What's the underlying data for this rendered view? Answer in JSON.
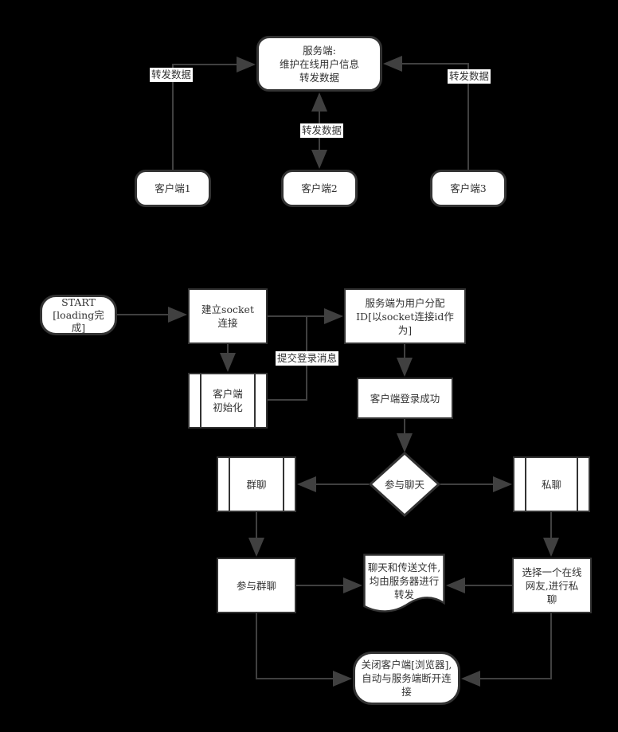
{
  "canvas": {
    "background": "#000000",
    "node_fill": "#ffffff",
    "node_border": "#333333",
    "line_color": "#404040",
    "text_color": "#333333"
  },
  "top_section": {
    "server": "服务端:\n维护在线用户信息\n转发数据",
    "client1": "客户端1",
    "client2": "客户端2",
    "client3": "客户端3",
    "forward_label_left": "转发数据",
    "forward_label_middle": "转发数据",
    "forward_label_right": "转发数据"
  },
  "flowchart": {
    "start": "START\n[loading完\n成]",
    "create_socket": "建立socket\n连接",
    "assign_id": "服务端为用户分配\nID[以socket连接id作\n为]",
    "client_init": "客户端\n初始化",
    "submit_login_label": "提交登录消息",
    "login_success": "客户端登录成功",
    "decision": "参与聊天",
    "group_chat": "群聊",
    "private_chat": "私聊",
    "join_group": "参与群聊",
    "relay_doc": "聊天和传送文件,\n均由服务器进行\n转发",
    "select_friend": "选择一个在线\n网友,进行私\n聊",
    "close_client": "关闭客户端[浏览器],\n自动与服务端断开连\n接"
  }
}
